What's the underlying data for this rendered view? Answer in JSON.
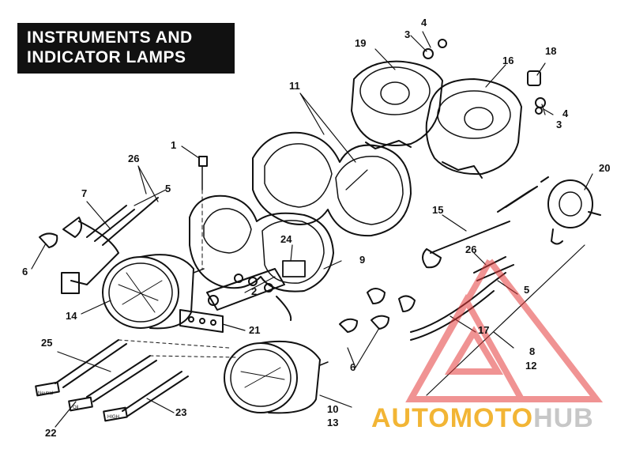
{
  "title": {
    "line1": "INSTRUMENTS AND",
    "line2": "INDICATOR LAMPS"
  },
  "callouts": {
    "n1": "1",
    "n2": "2",
    "n3a": "3",
    "n3b": "3",
    "n4a": "4",
    "n4b": "4",
    "n5a": "5",
    "n5b": "5",
    "n6a": "6",
    "n6b": "6",
    "n7": "7",
    "n8": "8",
    "n9": "9",
    "n10": "10",
    "n11": "11",
    "n12": "12",
    "n13": "13",
    "n14": "14",
    "n15": "15",
    "n16": "16",
    "n17": "17",
    "n18": "18",
    "n19": "19",
    "n20": "20",
    "n21": "21",
    "n22": "22",
    "n23": "23",
    "n24": "24",
    "n25": "25",
    "n26a": "26",
    "n26b": "26"
  },
  "indicator_labels": {
    "neutral": "Neutral",
    "oil": "Oil",
    "high_beam": "HIGH"
  },
  "watermark": {
    "part1": "AUTOMOTO",
    "part2": "HUB",
    "color_primary": "#f2b535",
    "color_secondary": "#c7c7c7",
    "triangle_color": "#e43b3b"
  }
}
